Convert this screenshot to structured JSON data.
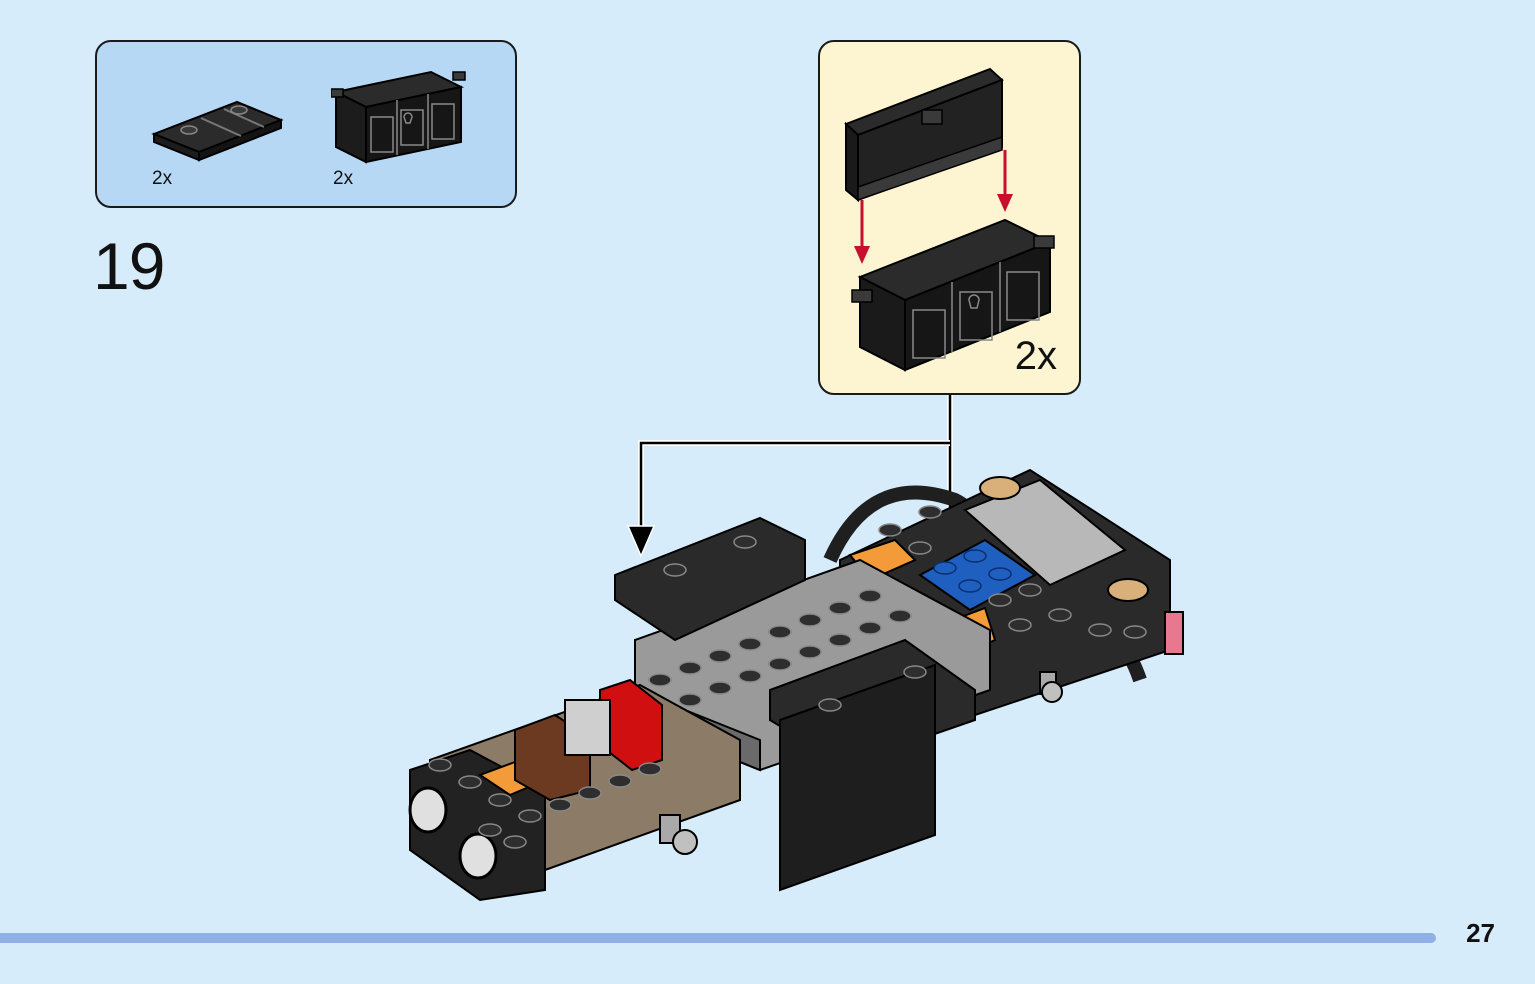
{
  "parts_list": {
    "items": [
      {
        "name": "plate-with-studs",
        "quantity": "2x"
      },
      {
        "name": "treasure-chest-base",
        "quantity": "2x"
      }
    ]
  },
  "step": {
    "number": "19"
  },
  "subassembly": {
    "quantity": "2x"
  },
  "page": {
    "number": "27"
  },
  "colors": {
    "background": "#d6ecfb",
    "parts_box": "#b6d8f4",
    "sub_box": "#fdf5d2",
    "arrow_red": "#c8102e",
    "page_bar": "#8fb0e3"
  }
}
